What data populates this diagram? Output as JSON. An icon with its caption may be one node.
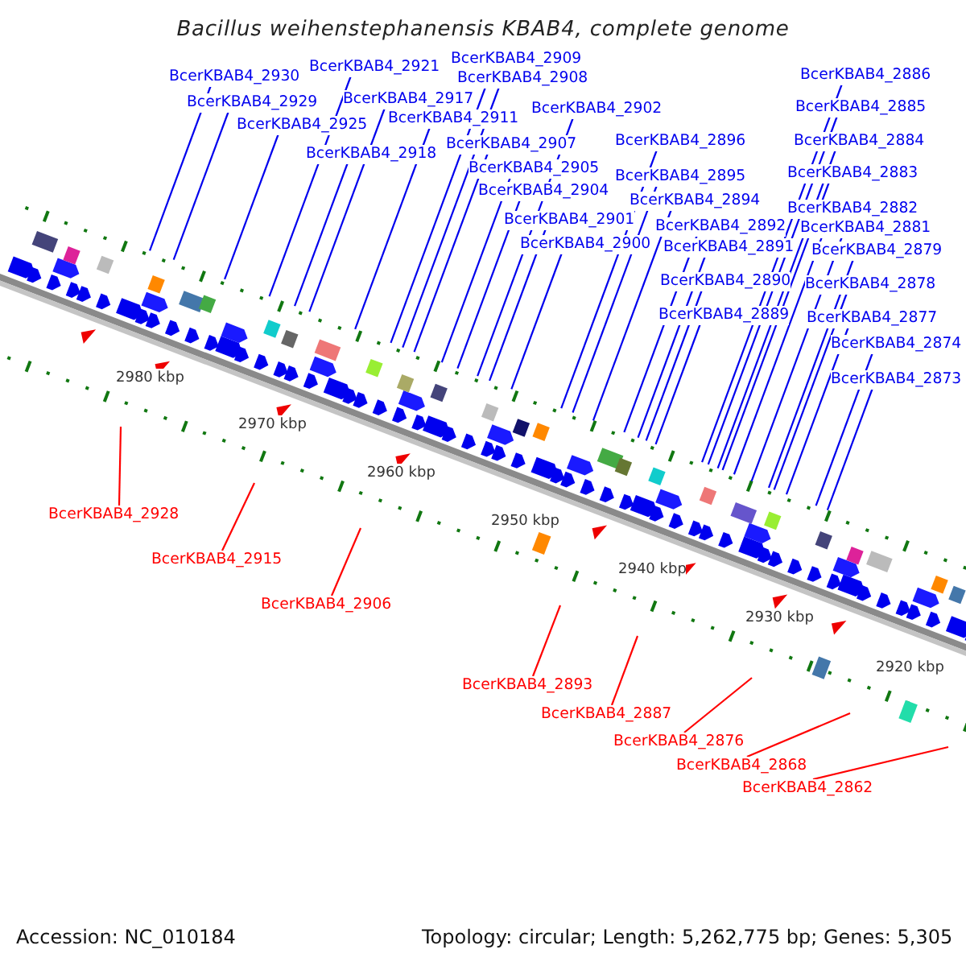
{
  "diagram": {
    "title": "Bacillus weihenstephanensis KBAB4, complete genome",
    "nodes": [
      {
        "text": [
          "BcerKBAB4_2909"
        ]
      },
      {
        "text": [
          "BcerKBAB4_2921"
        ]
      },
      {
        "text": [
          "BcerKBAB4_2886"
        ]
      },
      {
        "text": [
          "BcerKBAB4_2930"
        ]
      },
      {
        "text": [
          "BcerKBAB4_2908"
        ]
      },
      {
        "text": [
          "BcerKBAB4_2917"
        ]
      },
      {
        "text": [
          "BcerKBAB4_2929"
        ]
      },
      {
        "text": [
          "BcerKBAB4_2885"
        ]
      },
      {
        "text": [
          "BcerKBAB4_2902"
        ]
      },
      {
        "text": [
          "BcerKBAB4_2911"
        ]
      },
      {
        "text": [
          "BcerKBAB4_2925"
        ]
      },
      {
        "text": [
          "BcerKBAB4_2896"
        ]
      },
      {
        "text": [
          "BcerKBAB4_2884"
        ]
      },
      {
        "text": [
          "BcerKBAB4_2907"
        ]
      },
      {
        "text": [
          "BcerKBAB4_2918"
        ]
      },
      {
        "text": [
          "BcerKBAB4_2905"
        ]
      },
      {
        "text": [
          "BcerKBAB4_2883"
        ]
      },
      {
        "text": [
          "BcerKBAB4_2895"
        ]
      },
      {
        "text": [
          "BcerKBAB4_2904"
        ]
      },
      {
        "text": [
          "BcerKBAB4_2894"
        ]
      },
      {
        "text": [
          "BcerKBAB4_2882"
        ]
      },
      {
        "text": [
          "BcerKBAB4_2901"
        ]
      },
      {
        "text": [
          "BcerKBAB4_2892"
        ]
      },
      {
        "text": [
          "BcerKBAB4_2881"
        ]
      },
      {
        "text": [
          "BcerKBAB4_2900"
        ]
      },
      {
        "text": [
          "BcerKBAB4_2891"
        ]
      },
      {
        "text": [
          "BcerKBAB4_2879"
        ]
      },
      {
        "text": [
          "BcerKBAB4_2890"
        ]
      },
      {
        "text": [
          "BcerKBAB4_2878"
        ]
      },
      {
        "text": [
          "BcerKBAB4_2889"
        ]
      },
      {
        "text": [
          "BcerKBAB4_2877"
        ]
      },
      {
        "text": [
          "BcerKBAB4_2874"
        ]
      },
      {
        "text": [
          "BcerKBAB4_2873"
        ]
      },
      {
        "text": [
          "BcerKBAB4_2928"
        ]
      },
      {
        "text": [
          "BcerKBAB4_2915"
        ]
      },
      {
        "text": [
          "BcerKBAB4_2906"
        ]
      },
      {
        "text": [
          "BcerKBAB4_2893"
        ]
      },
      {
        "text": [
          "BcerKBAB4_2887"
        ]
      },
      {
        "text": [
          "BcerKBAB4_2876"
        ]
      },
      {
        "text": [
          "BcerKBAB4_2868"
        ]
      },
      {
        "text": [
          "BcerKBAB4_2862"
        ]
      }
    ],
    "edges": [
      {
        "from": 0,
        "to": null,
        "arrow": "none"
      },
      {
        "from": 1,
        "to": null,
        "arrow": "none"
      },
      {
        "from": 2,
        "to": null,
        "arrow": "none"
      },
      {
        "from": 3,
        "to": null,
        "arrow": "none"
      },
      {
        "from": 4,
        "to": null,
        "arrow": "none"
      },
      {
        "from": 5,
        "to": null,
        "arrow": "none"
      },
      {
        "from": 6,
        "to": null,
        "arrow": "none"
      },
      {
        "from": 7,
        "to": null,
        "arrow": "none"
      },
      {
        "from": 8,
        "to": null,
        "arrow": "none"
      },
      {
        "from": 9,
        "to": null,
        "arrow": "none"
      },
      {
        "from": 10,
        "to": null,
        "arrow": "none"
      },
      {
        "from": 11,
        "to": null,
        "arrow": "none"
      },
      {
        "from": 12,
        "to": null,
        "arrow": "none"
      },
      {
        "from": 13,
        "to": null,
        "arrow": "none"
      },
      {
        "from": 14,
        "to": null,
        "arrow": "none"
      },
      {
        "from": 15,
        "to": null,
        "arrow": "none"
      },
      {
        "from": 16,
        "to": null,
        "arrow": "none"
      },
      {
        "from": 17,
        "to": null,
        "arrow": "none"
      },
      {
        "from": 18,
        "to": null,
        "arrow": "none"
      },
      {
        "from": 19,
        "to": null,
        "arrow": "none"
      },
      {
        "from": 20,
        "to": null,
        "arrow": "none"
      },
      {
        "from": 21,
        "to": null,
        "arrow": "none"
      },
      {
        "from": 22,
        "to": null,
        "arrow": "none"
      },
      {
        "from": 23,
        "to": null,
        "arrow": "none"
      },
      {
        "from": 24,
        "to": null,
        "arrow": "none"
      },
      {
        "from": 25,
        "to": null,
        "arrow": "none"
      },
      {
        "from": 26,
        "to": null,
        "arrow": "none"
      },
      {
        "from": 27,
        "to": null,
        "arrow": "none"
      },
      {
        "from": 28,
        "to": null,
        "arrow": "none"
      },
      {
        "from": 29,
        "to": null,
        "arrow": "none"
      },
      {
        "from": 30,
        "to": null,
        "arrow": "none"
      },
      {
        "from": 31,
        "to": null,
        "arrow": "none"
      },
      {
        "from": 32,
        "to": null,
        "arrow": "none"
      },
      {
        "from": 33,
        "to": null,
        "arrow": "none",
        "color": "#ff0000"
      },
      {
        "from": 34,
        "to": null,
        "arrow": "none",
        "color": "#ff0000"
      },
      {
        "from": 35,
        "to": null,
        "arrow": "none",
        "color": "#ff0000"
      },
      {
        "from": 36,
        "to": null,
        "arrow": "none",
        "color": "#ff0000"
      },
      {
        "from": 37,
        "to": null,
        "arrow": "none",
        "color": "#ff0000"
      },
      {
        "from": 38,
        "to": null,
        "arrow": "none",
        "color": "#ff0000"
      },
      {
        "from": 39,
        "to": null,
        "arrow": "none",
        "color": "#ff0000"
      },
      {
        "from": 40,
        "to": null,
        "arrow": "none",
        "color": "#ff0000"
      }
    ],
    "labels": [
      "2980 kbp",
      "2970 kbp",
      "2960 kbp",
      "2950 kbp",
      "2940 kbp",
      "2930 kbp",
      "2920 kbp",
      "Accession: NC_010184",
      "Topology: circular; Length: 5,262,775 bp; Genes: 5,305"
    ]
  }
}
